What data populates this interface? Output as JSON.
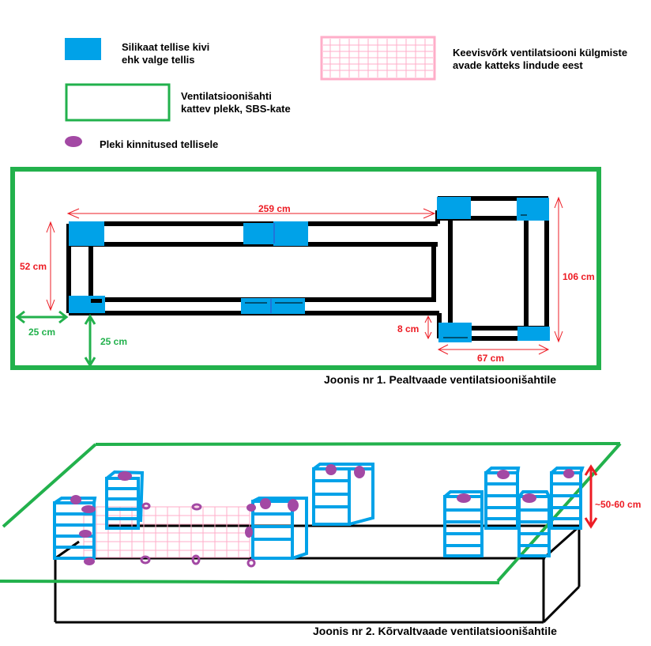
{
  "legend": {
    "brick": {
      "line1": "Silikaat tellise kivi",
      "line2": "ehk valge tellis"
    },
    "cover": {
      "line1": "Ventilatsioonišahti",
      "line2": "kattev plekk,  SBS-kate"
    },
    "fastener": {
      "label": "Pleki kinnitused tellisele"
    },
    "mesh": {
      "line1": "Keevisvõrk ventilatsiooni külgmiste",
      "line2": "avade katteks lindude eest"
    }
  },
  "figure1": {
    "caption": "Joonis nr 1. Pealtvaade ventilatsioonišahtile",
    "dimensions": {
      "length": "259 cm",
      "width": "52 cm",
      "right_height": "106 cm",
      "right_width": "67 cm",
      "offset": "8 cm",
      "margin_left": "25 cm",
      "margin_bottom": "25 cm"
    }
  },
  "figure2": {
    "caption": "Joonis nr 2. Kõrvaltvaade ventilatsioonišahtile",
    "height_label": "~50-60 cm"
  },
  "colors": {
    "brick": "#00a2e8",
    "cover": "#22b14c",
    "fastener": "#a349a4",
    "mesh": "#ffaec9",
    "dimension": "#ed1c24",
    "wall": "#000000"
  }
}
